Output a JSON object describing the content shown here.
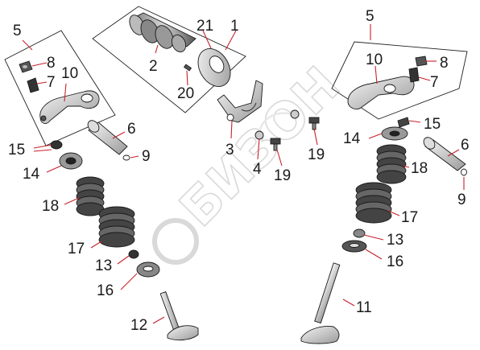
{
  "watermark": "БИЗОН",
  "callouts": {
    "c1": "1",
    "c2": "2",
    "c3": "3",
    "c4": "4",
    "c5_left": "5",
    "c5_right": "5",
    "c6_left": "6",
    "c6_right": "6",
    "c7_left": "7",
    "c7_right": "7",
    "c8_left": "8",
    "c8_right": "8",
    "c9_left": "9",
    "c9_right": "9",
    "c10_left": "10",
    "c10_right": "10",
    "c11": "11",
    "c12": "12",
    "c13_left": "13",
    "c13_right": "13",
    "c14_left": "14",
    "c14_right": "14",
    "c15_left": "15",
    "c15_right": "15",
    "c16_left": "16",
    "c16_right": "16",
    "c17_left": "17",
    "c17_right": "17",
    "c18_left": "18",
    "c18_right": "18",
    "c19_a": "19",
    "c19_b": "19",
    "c20": "20",
    "c21": "21"
  },
  "colors": {
    "leader": "#c8202a",
    "ink": "#1a1a1a",
    "part_fill": "#e6e6e6",
    "part_dark": "#3a3a3a",
    "watermark": "#d9d9d9"
  }
}
